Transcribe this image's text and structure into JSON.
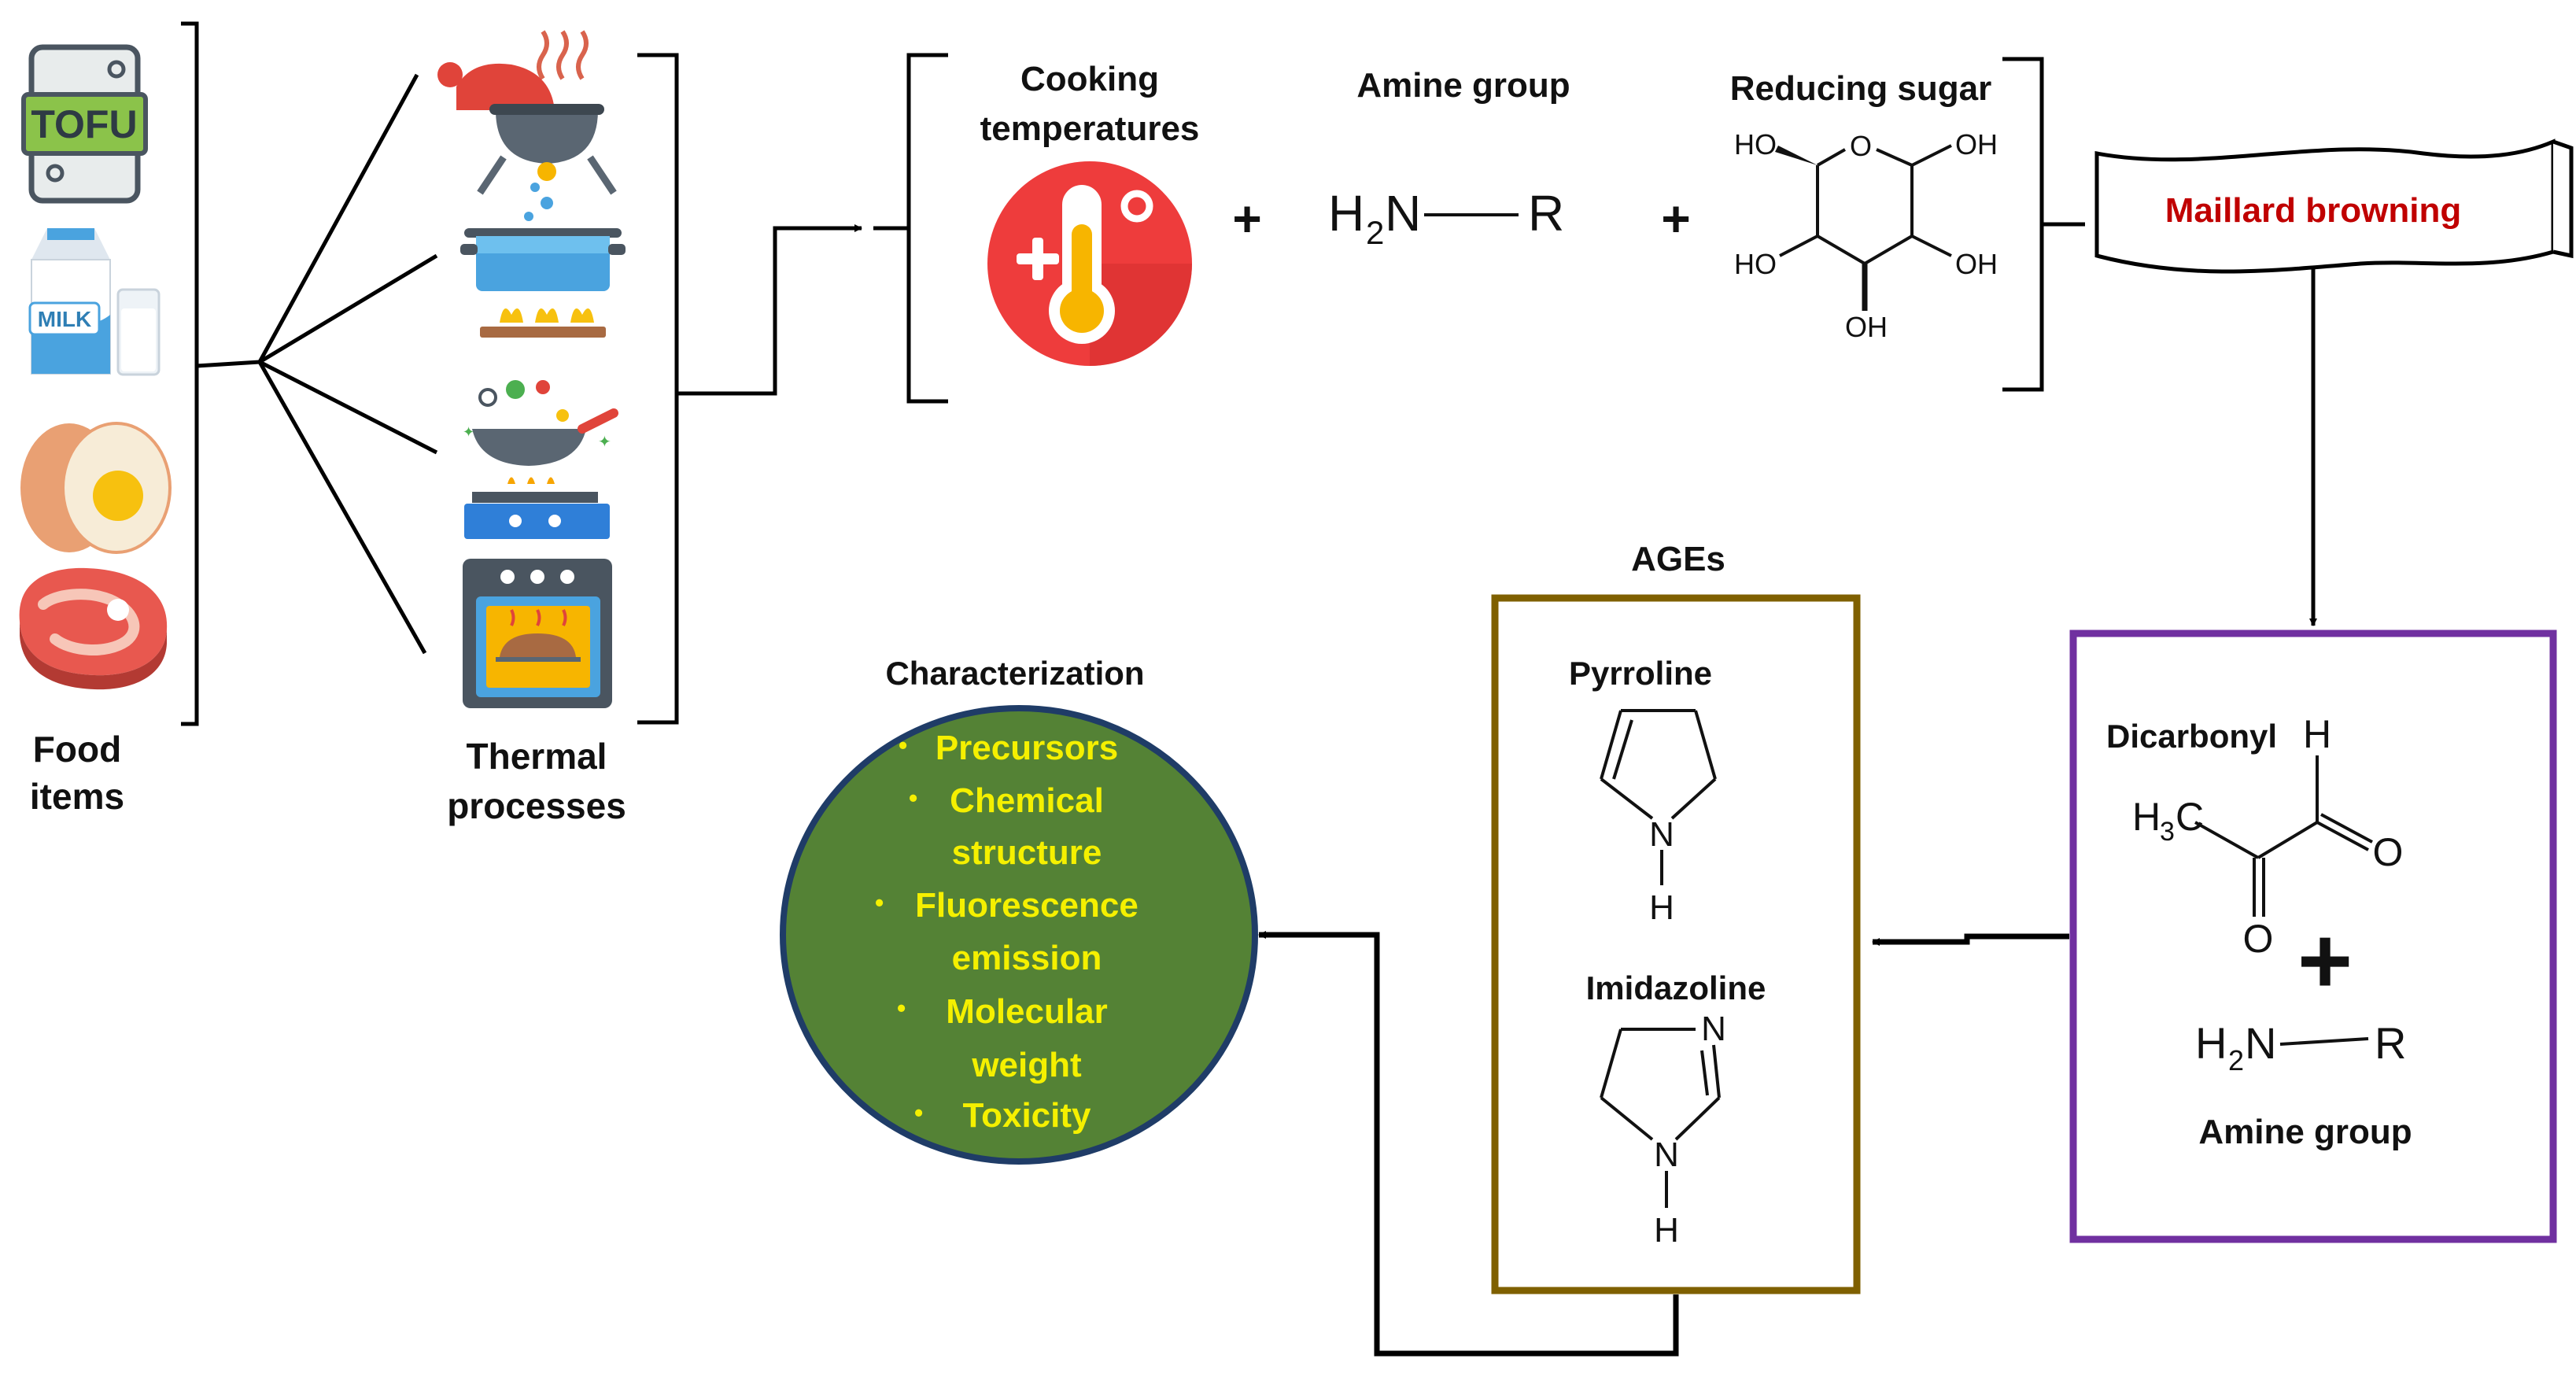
{
  "food": {
    "tofu_text": "TOFU",
    "milk_text": "MILK",
    "label_line1": "Food",
    "label_line2": "items"
  },
  "thermal": {
    "label_line1": "Thermal",
    "label_line2": "processes"
  },
  "reactants": {
    "cooking_line1": "Cooking",
    "cooking_line2": "temperatures",
    "plus": "+",
    "amine_title": "Amine group",
    "amine_formula_left": "H",
    "amine_formula_sub": "2",
    "amine_formula_n": "N",
    "amine_formula_r": "R",
    "sugar_title": "Reducing sugar",
    "sugar_o": "O",
    "sugar_oh": "OH",
    "sugar_ho": "HO"
  },
  "maillard": {
    "label": "Maillard browning",
    "label_color": "#c00000"
  },
  "dicarbonyl_box": {
    "title": "Dicarbonyl",
    "h": "H",
    "h3c_h": "H",
    "h3c_sub": "3",
    "h3c_c": "C",
    "o": "O",
    "plus": "+",
    "amine_label": "Amine group",
    "border_color": "#7030a0"
  },
  "ages_box": {
    "title": "AGEs",
    "pyrroline": "Pyrroline",
    "imidazoline": "Imidazoline",
    "n": "N",
    "h": "H",
    "border_color": "#7f6000"
  },
  "characterization": {
    "title": "Characterization",
    "circle_color": "#548235",
    "text_color": "#f5f000",
    "lines": [
      "Precursors",
      "Chemical",
      "structure",
      "Fluorescence",
      "emission",
      "Molecular",
      "weight",
      "Toxicity"
    ]
  },
  "icons": [
    "tofu-icon",
    "milk-icon",
    "egg-icon",
    "meat-icon",
    "grill-icon",
    "boiling-pot-icon",
    "frying-pan-icon",
    "oven-icon",
    "thermometer-icon"
  ]
}
